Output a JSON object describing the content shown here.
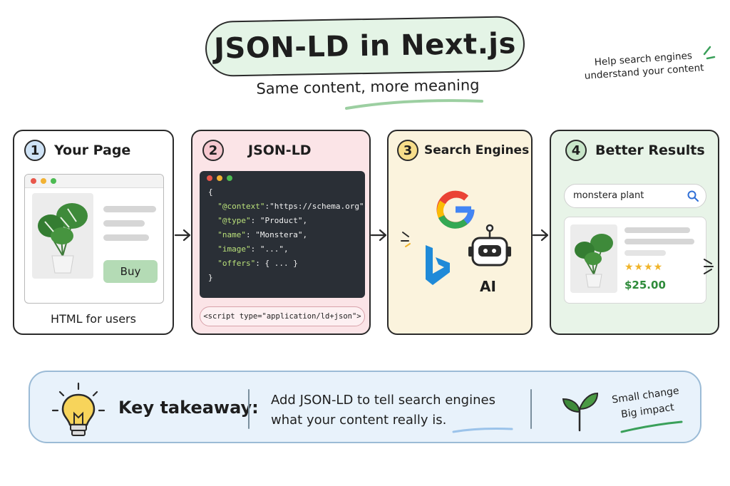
{
  "title": "JSON-LD in Next.js",
  "subtitle": "Same content, more meaning",
  "corner_note": "Help search engines understand your content",
  "steps": [
    {
      "number": "1",
      "title": "Your Page",
      "buy_label": "Buy",
      "caption": "HTML for users"
    },
    {
      "number": "2",
      "title": "JSON-LD",
      "code_lines": [
        {
          "key": "",
          "value": "{"
        },
        {
          "key": "\"@context\"",
          "value": ":\"https://schema.org\","
        },
        {
          "key": "\"@type\"",
          "value": ": \"Product\","
        },
        {
          "key": "\"name\"",
          "value": ": \"Monstera\","
        },
        {
          "key": "\"image\"",
          "value": ": \"...\","
        },
        {
          "key": "\"offers\"",
          "value": ": { ... }"
        },
        {
          "key": "",
          "value": "}"
        }
      ],
      "script_tag": "<script type=\"application/ld+json\">"
    },
    {
      "number": "3",
      "title": "Search Engines",
      "ai_label": "AI"
    },
    {
      "number": "4",
      "title": "Better Results",
      "search_query": "monstera plant",
      "price": "$25.00"
    }
  ],
  "takeaway": {
    "label": "Key takeaway:",
    "line1": "Add JSON-LD to tell search engines",
    "line2": "what your content really is.",
    "side_line1": "Small change",
    "side_line2": "Big impact"
  },
  "colors": {
    "title_fill": "#e4f4e6",
    "card2_fill": "#fbe4e7",
    "card3_fill": "#fbf3dd",
    "card4_fill": "#e8f4e8",
    "takeaway_fill": "#e8f2fb",
    "buy_button": "#b4dbb5",
    "price_green": "#2e8b3a",
    "star_gold": "#f0b42a"
  },
  "icons": [
    "google-icon",
    "bing-icon",
    "robot-icon",
    "lightbulb-icon",
    "sprout-icon",
    "search-icon",
    "monstera-plant-icon"
  ]
}
